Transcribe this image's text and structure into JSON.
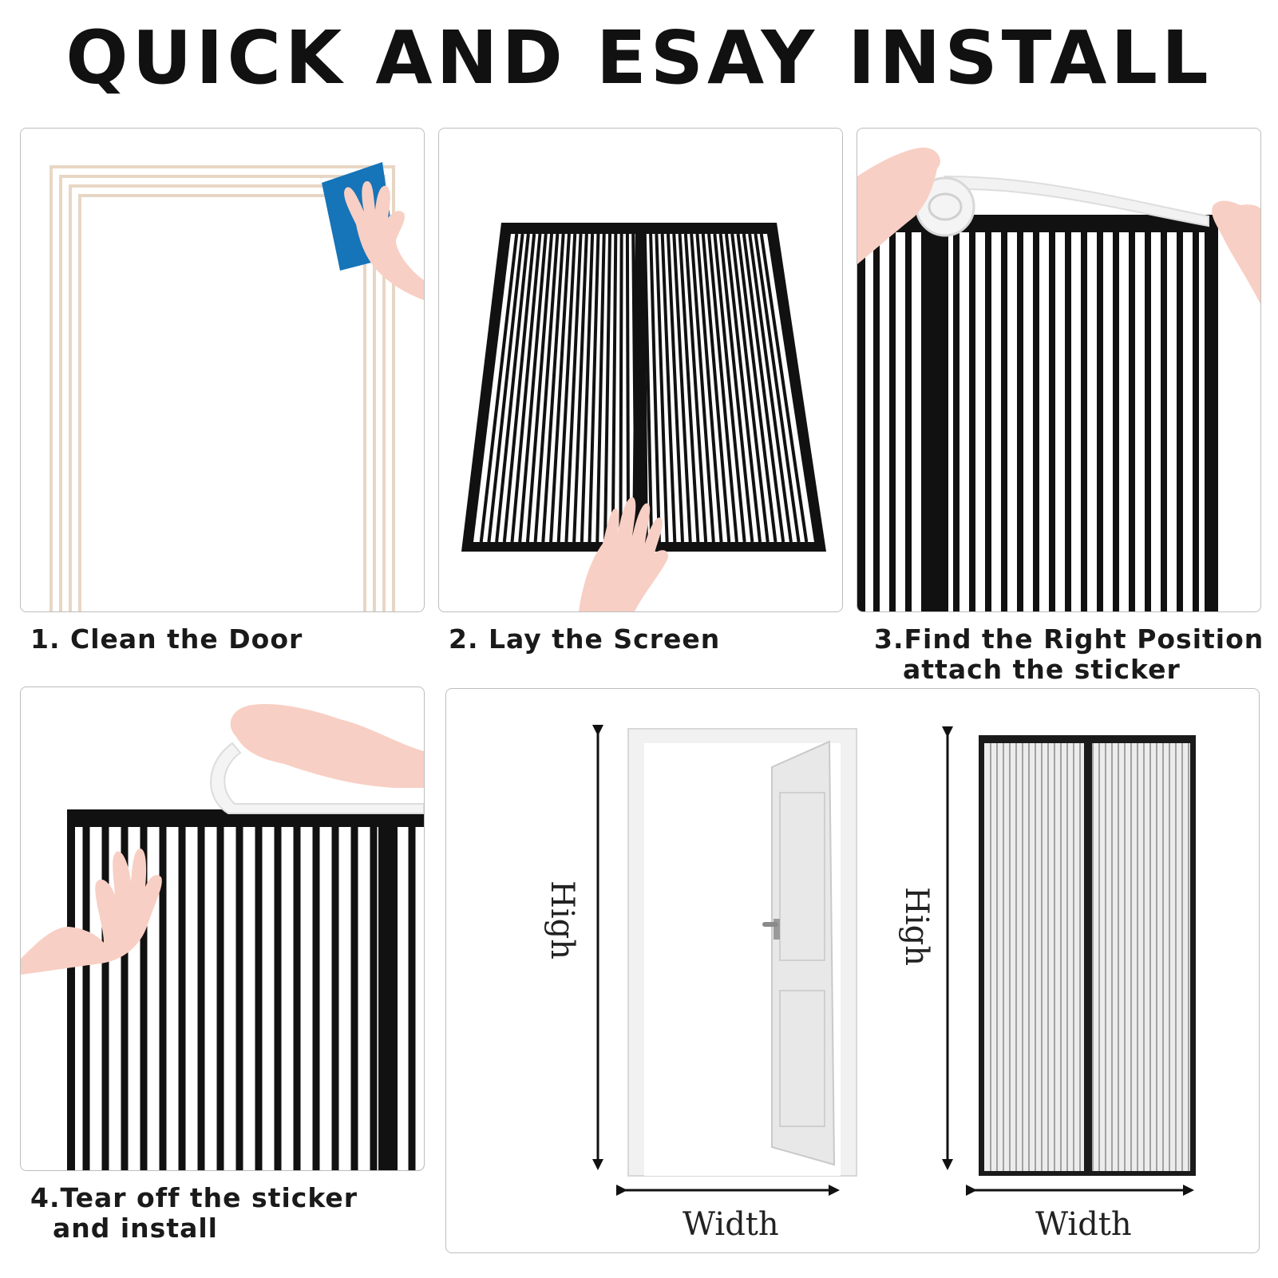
{
  "title": "QUICK AND ESAY INSTALL",
  "steps": [
    {
      "line1": "1. Clean the Door",
      "line2": ""
    },
    {
      "line1": "2. Lay the Screen",
      "line2": ""
    },
    {
      "line1": "3.Find the Right Position",
      "line2": "attach the sticker"
    },
    {
      "line1": "4.Tear off the sticker",
      "line2": "and install"
    }
  ],
  "measure": {
    "height_label": "High",
    "width_label": "Width"
  },
  "colors": {
    "frame_beige": "#e8d6c4",
    "sponge_blue": "#1674b8",
    "skin": "#f8cfc4",
    "screen_black": "#111111",
    "panel_border": "#bdbdbd"
  }
}
